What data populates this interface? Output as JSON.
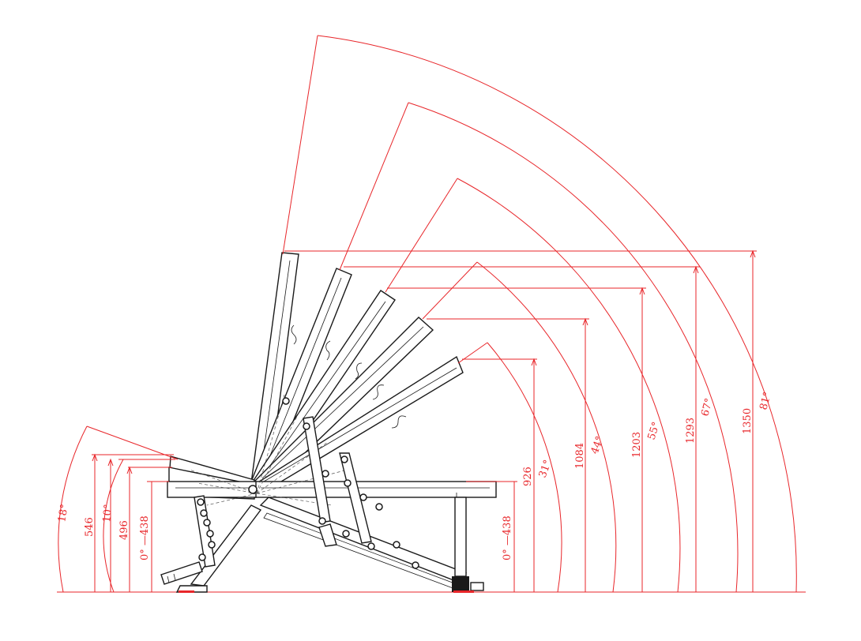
{
  "colors": {
    "dimension": "#e8262a",
    "line": "#1a1a1a",
    "background": "#ffffff"
  },
  "seat_labels": {
    "height_flat": "0° —438",
    "angle": "18°",
    "h546": "546",
    "a10": "10°",
    "h496": "496"
  },
  "back_labels": {
    "height_flat": "0° —438",
    "h926": "926",
    "a31": "31°",
    "h1084": "1084",
    "a44": "44°",
    "h1203": "1203",
    "a55": "55°",
    "h1293": "1293",
    "a67": "67°",
    "h1350": "1350",
    "a81": "81°"
  }
}
